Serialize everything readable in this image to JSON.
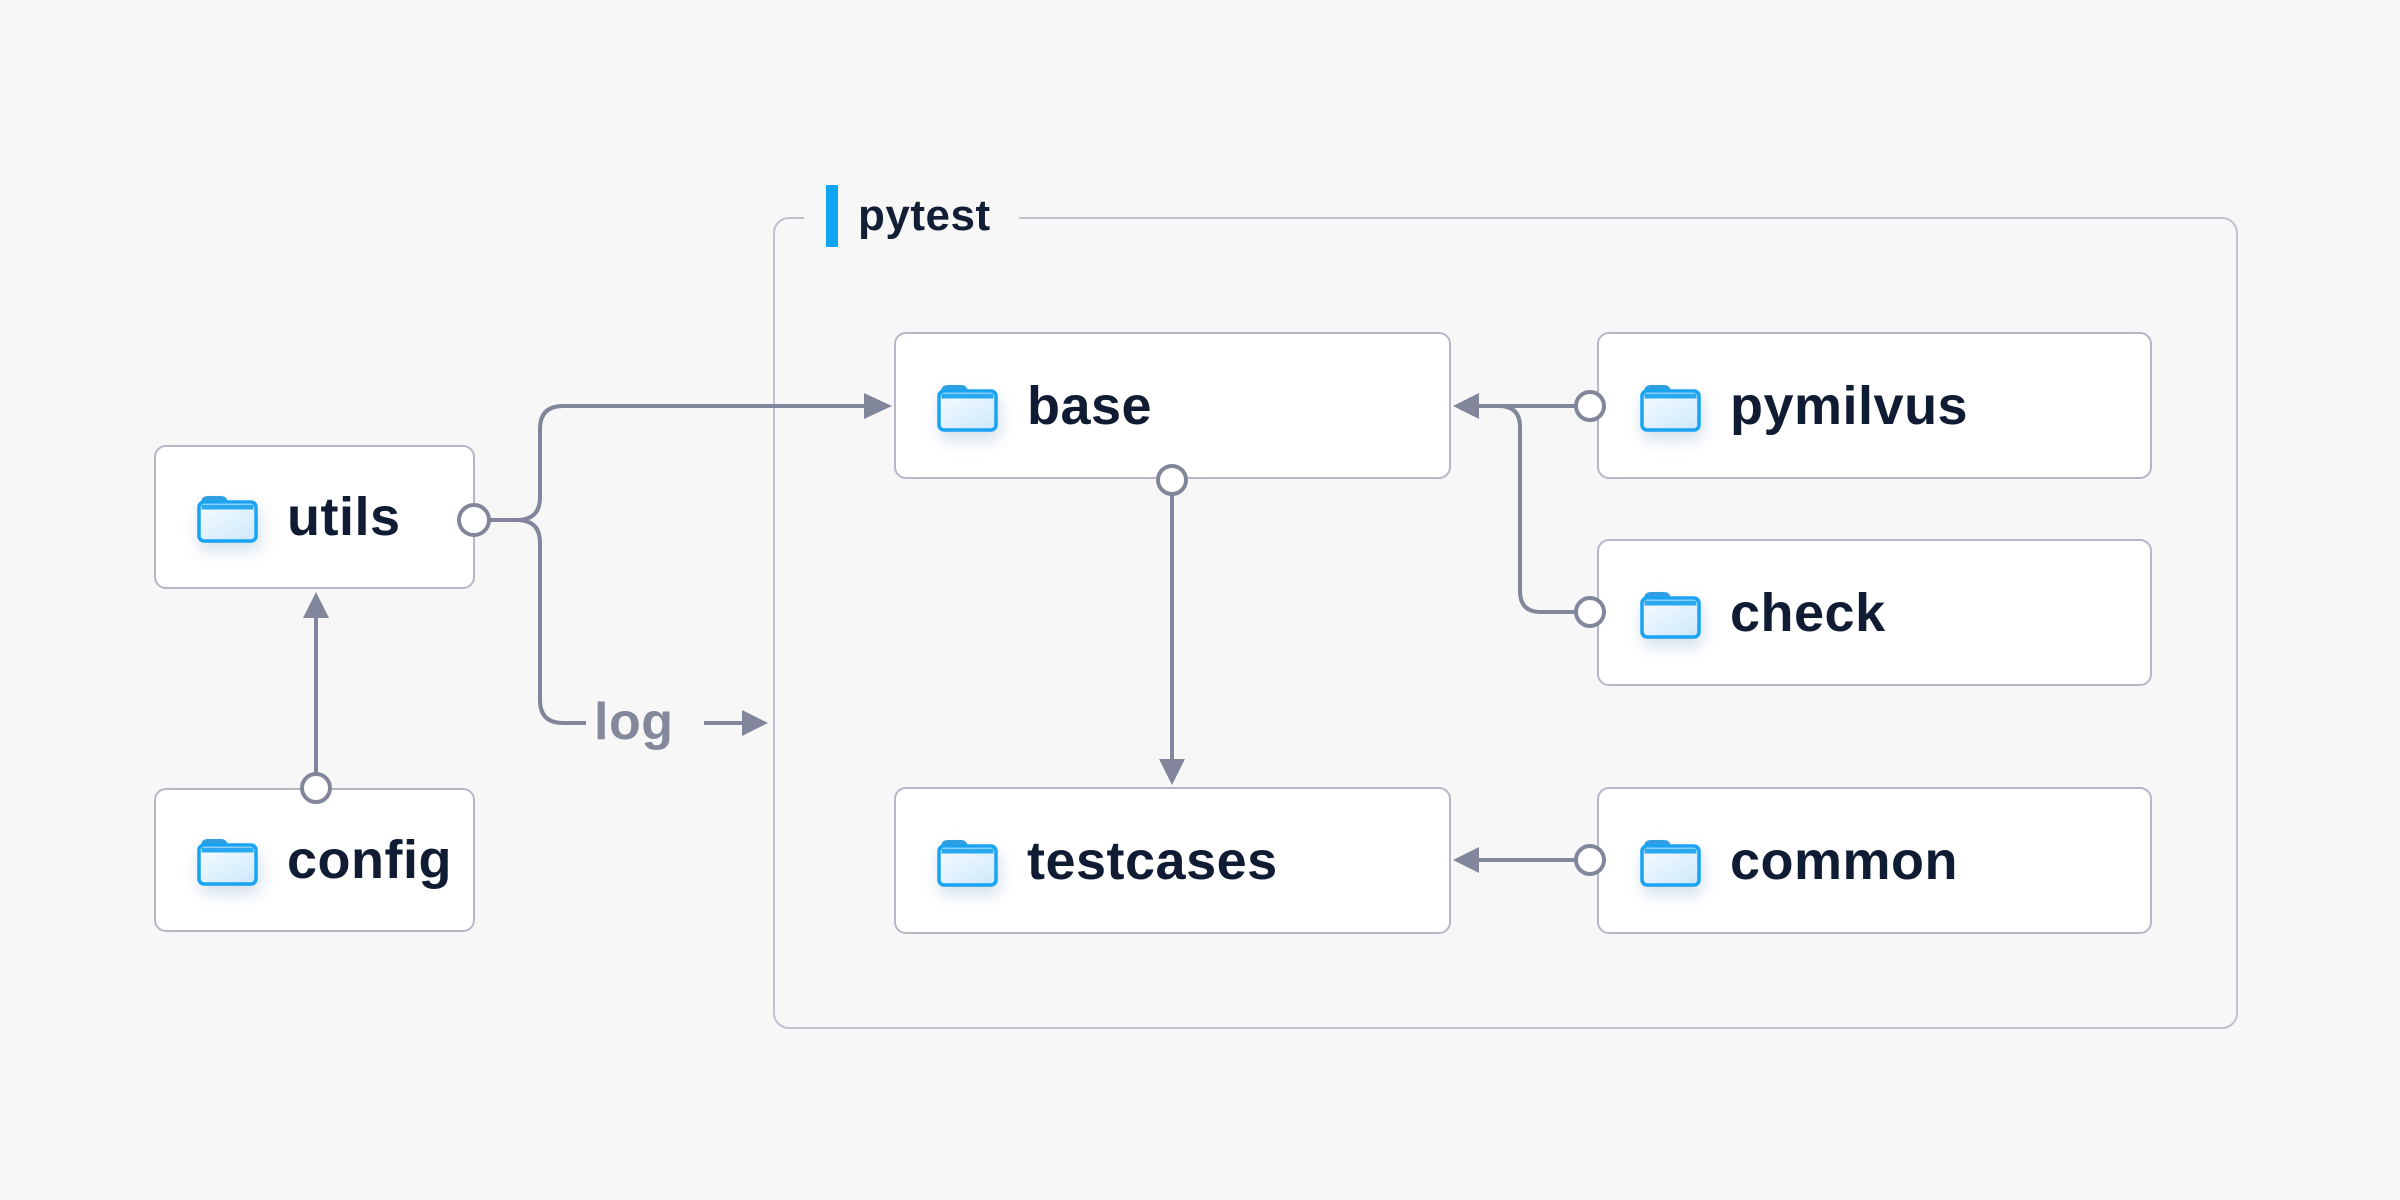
{
  "diagram": {
    "background": "#f7f7f8",
    "group": {
      "label": "pytest",
      "accent_color": "#12a4f4"
    },
    "nodes": {
      "utils": {
        "label": "utils",
        "icon": "folder-icon",
        "inside_group": false
      },
      "config": {
        "label": "config",
        "icon": "folder-icon",
        "inside_group": false
      },
      "base": {
        "label": "base",
        "icon": "folder-icon",
        "inside_group": true
      },
      "pymilvus": {
        "label": "pymilvus",
        "icon": "folder-icon",
        "inside_group": true
      },
      "check": {
        "label": "check",
        "icon": "folder-icon",
        "inside_group": true
      },
      "testcases": {
        "label": "testcases",
        "icon": "folder-icon",
        "inside_group": true
      },
      "common": {
        "label": "common",
        "icon": "folder-icon",
        "inside_group": true
      }
    },
    "edge_labels": {
      "log": "log"
    },
    "edges": [
      {
        "from": "config",
        "to": "utils",
        "marker": "arrow-into-utils"
      },
      {
        "from": "utils",
        "to": "base",
        "marker": "arrow-into-base"
      },
      {
        "from": "utils",
        "to": "log",
        "marker": "arrow-right-of-log-label"
      },
      {
        "from": "base",
        "to": "testcases",
        "marker": "arrow-into-testcases"
      },
      {
        "from": "pymilvus",
        "to": "base",
        "marker": "arrow-into-base"
      },
      {
        "from": "check",
        "to": "base",
        "marker": "merges-into-pymilvus-line"
      },
      {
        "from": "common",
        "to": "testcases",
        "marker": "arrow-into-testcases"
      }
    ],
    "colors": {
      "wire": "#82869a",
      "node_border": "#b4b8c4",
      "group_border": "#bfc2cc",
      "node_text": "#101c33",
      "log_text": "#84889b",
      "folder_blue": "#1aa3f0",
      "accent_blue": "#12a4f4",
      "node_background": "#ffffff"
    }
  }
}
